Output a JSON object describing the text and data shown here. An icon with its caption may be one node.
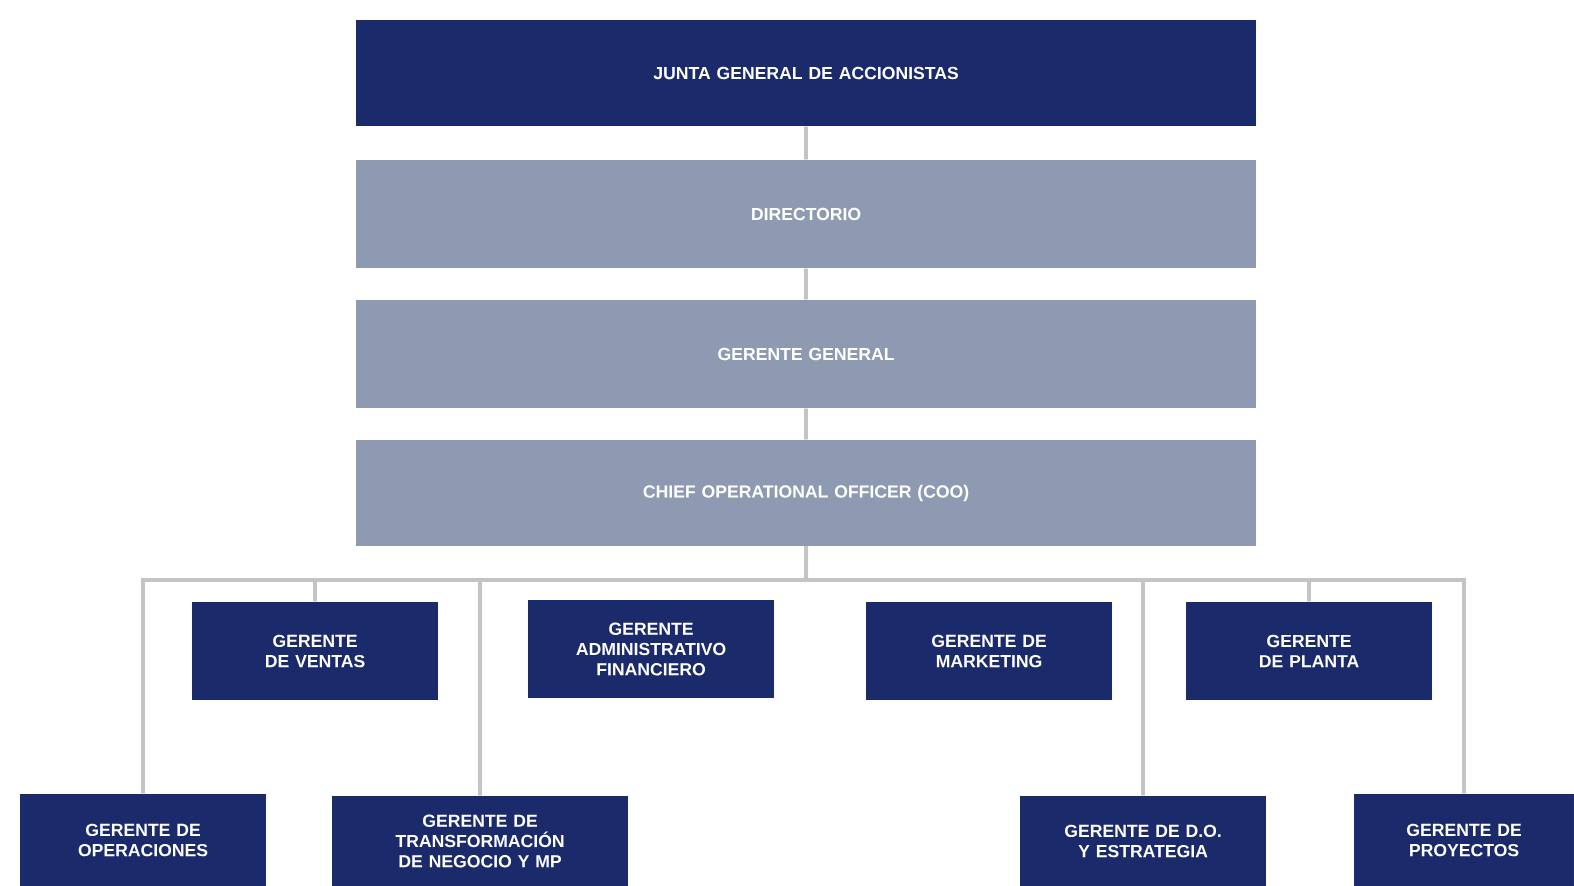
{
  "diagram": {
    "nodes": [
      {
        "text": [
          "JUNTA GENERAL DE ACCIONISTAS"
        ]
      },
      {
        "text": [
          "DIRECTORIO"
        ]
      },
      {
        "text": [
          "GERENTE GENERAL"
        ]
      },
      {
        "text": [
          "CHIEF OPERATIONAL OFFICER (COO)"
        ]
      },
      {
        "text": [
          "GERENTE DE VENTAS"
        ]
      },
      {
        "text": [
          "GERENTE ADMINISTRATIVO FINANCIERO"
        ]
      },
      {
        "text": [
          "GERENTE DE MARKETING"
        ]
      },
      {
        "text": [
          "GERENTE DE PLANTA"
        ]
      },
      {
        "text": [
          "GERENTE DE OPERACIONES"
        ]
      },
      {
        "text": [
          "GERENTE DE TRANSFORMACIÓN DE NEGOCIO Y MP"
        ]
      },
      {
        "text": [
          "GERENTE DE D.O. Y ESTRATEGIA"
        ]
      },
      {
        "text": [
          "GERENTE DE PROYECTOS"
        ]
      }
    ],
    "edges": [
      {
        "from": 0,
        "to": 1,
        "arrow": "none"
      },
      {
        "from": 1,
        "to": 2,
        "arrow": "none"
      },
      {
        "from": 2,
        "to": 3,
        "arrow": "none"
      },
      {
        "from": 3,
        "to": 4,
        "arrow": "none"
      },
      {
        "from": 3,
        "to": 7,
        "arrow": "none"
      },
      {
        "from": 3,
        "to": 8,
        "arrow": "none"
      },
      {
        "from": 3,
        "to": 9,
        "arrow": "none"
      },
      {
        "from": 3,
        "to": 10,
        "arrow": "none"
      },
      {
        "from": 3,
        "to": 11,
        "arrow": "none"
      }
    ]
  }
}
